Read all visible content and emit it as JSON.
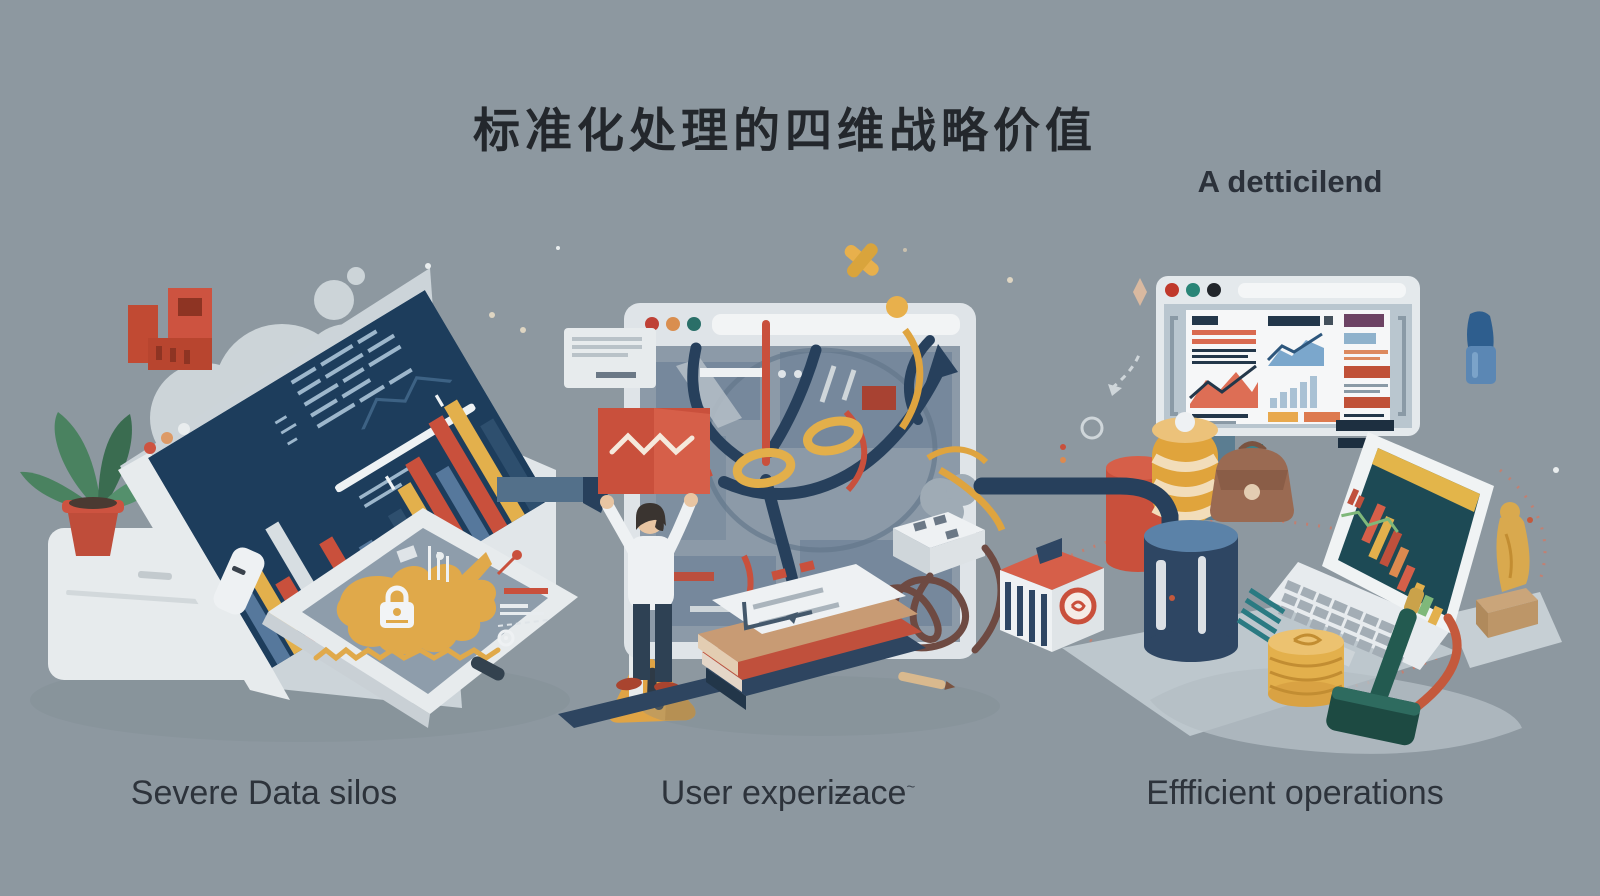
{
  "title": "标准化处理的四维战略价值",
  "top_right_label": "A detticilend",
  "captions": {
    "left": "Severe Data silos",
    "center": "User experiƶace",
    "center_superscript": "~",
    "right": "Effficient operations"
  },
  "colors": {
    "background": "#8d98a0",
    "title_text": "#23272c",
    "caption_text": "#2d333b",
    "navy": "#27405c",
    "screen_navy": "#1d3d5c",
    "red": "#c9503c",
    "salmon": "#d96a50",
    "orange": "#dd8a4f",
    "yellow": "#e3b04c",
    "teal": "#2a6f68",
    "dark_teal": "#235a50",
    "blue": "#6f93b4",
    "light_frame": "#e7ebed",
    "panel_blue_gray": "#8c9aa8",
    "cable_brown": "#6e4a42",
    "plant_green": "#4a8260",
    "laptop_screen_teal": "#1d4a55"
  },
  "scenes": {
    "left": {
      "caption": "Severe Data silos",
      "objects": [
        "red-building-icon",
        "cloud",
        "monitor-bar-chart",
        "frame-dots",
        "desk-drawer",
        "potted-plant",
        "phone",
        "tablet-map-lock",
        "lock-icon",
        "warning-triangle-icon",
        "left-connector"
      ]
    },
    "center": {
      "caption": "User experiƶace",
      "objects": [
        "note-card-icon",
        "browser-window",
        "window-traffic-dots",
        "tangled-arrows",
        "yellow-rings",
        "person-raising-arms",
        "red-folder-chart",
        "calculator-device",
        "tangled-cable",
        "book-stack",
        "down-arrow",
        "pencil",
        "sparkle-x"
      ]
    },
    "right": {
      "caption": "Effficient operations",
      "objects": [
        "dashboard-monitor",
        "monitor-traffic-dots",
        "blue-bottle-icon",
        "orange-cylinder",
        "yellow-coil-cylinder",
        "database-cylinder",
        "pipe-connector",
        "shop-box-icon",
        "leather-bag-icon",
        "laptop-charts",
        "coin-stack-icon",
        "gavel-icon",
        "trophy-icon",
        "dotted-arcs",
        "dashed-sketch-arrow"
      ]
    }
  }
}
